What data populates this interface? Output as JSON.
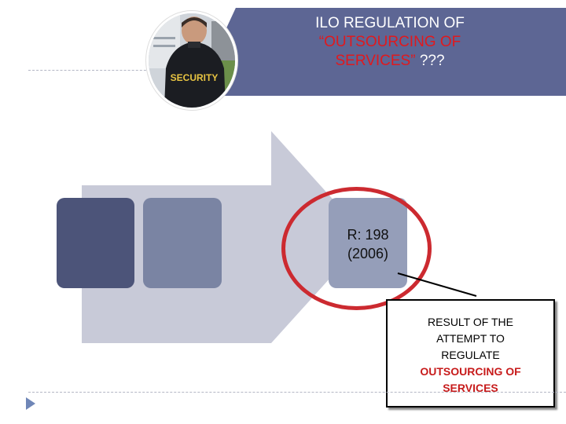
{
  "title": {
    "line1": "ILO REGULATION OF",
    "line2_red": "“OUTSOURCING OF",
    "line3_red": "SERVICES”",
    "line3_rest": " ???"
  },
  "photo": {
    "badge_text": "SECURITY"
  },
  "process": {
    "step3_label": "R: 198",
    "step3_year": "(2006)"
  },
  "callout": {
    "line1": "RESULT OF THE",
    "line2": "ATTEMPT TO",
    "line3": "REGULATE",
    "line4_red": "OUTSOURCING OF",
    "line5_red": "SERVICES"
  },
  "colors": {
    "banner": "#5d6694",
    "accent_red": "#e0191e",
    "ring_red": "#cc2a30",
    "arrow": "#c8cad8"
  }
}
